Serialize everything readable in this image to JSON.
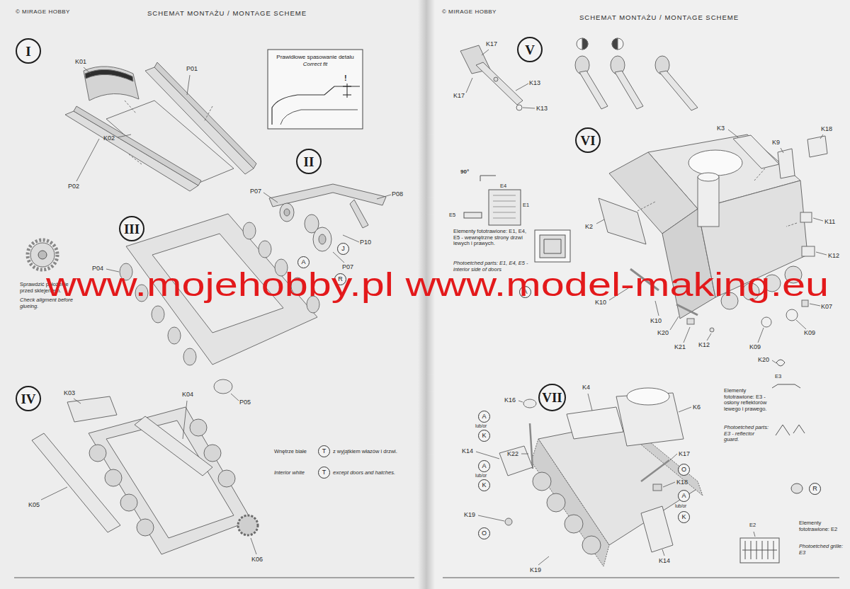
{
  "diagram": {
    "nodes": [
      {
        "text": [
          "I"
        ]
      },
      {
        "text": [
          "Prawidłowe spasowanie detalu",
          "Correct fit"
        ]
      },
      {
        "text": [
          "II"
        ]
      },
      {
        "text": [
          "III"
        ]
      },
      {
        "text": [
          "A"
        ]
      },
      {
        "text": [
          "J"
        ]
      },
      {
        "text": [
          "R"
        ]
      },
      {
        "text": [
          "IV"
        ]
      },
      {
        "text": [
          "T"
        ]
      },
      {
        "text": [
          "T"
        ]
      },
      {
        "text": [
          "V"
        ]
      },
      {
        "text": [
          "VI"
        ]
      },
      {
        "text": [
          "A"
        ]
      },
      {
        "text": [
          "VII"
        ]
      },
      {
        "text": [
          "A"
        ]
      },
      {
        "text": [
          "K"
        ]
      },
      {
        "text": [
          "A"
        ]
      },
      {
        "text": [
          "K"
        ]
      },
      {
        "text": [
          "O"
        ]
      },
      {
        "text": [
          "O"
        ]
      },
      {
        "text": [
          "A"
        ]
      },
      {
        "text": [
          "K"
        ]
      },
      {
        "text": [
          "R"
        ]
      }
    ],
    "labels": [
      "© MIRAGE HOBBY",
      "SCHEMAT MONTAŻU / MONTAGE SCHEME",
      "© MIRAGE HOBBY",
      "SCHEMAT MONTAŻU / MONTAGE SCHEME",
      "K01",
      "P01",
      "K02",
      "P02",
      "!",
      "P07",
      "P08",
      "P10",
      "P07",
      "P04",
      "Sprawdzić położenie przed sklejeniem.",
      "Check aligment before glueing.",
      "P05",
      "K03",
      "K04",
      "K05",
      "K06",
      "Wnętrze białe",
      "z wyjątkiem włazów i drzwi.",
      "Interior white",
      "except doors and hatches.",
      "K17",
      "K13",
      "K17",
      "K13",
      "K3",
      "K9",
      "K18",
      "K2",
      "K11",
      "K12",
      "K10",
      "K10",
      "K20",
      "K21",
      "K12",
      "K09",
      "K09",
      "K07",
      "90°",
      "E4",
      "E1",
      "E5",
      "Elementy fototrawione: E1, E4, E5 - wewnętrzne strony drzwi lewych i prawych.",
      "Photoetched parts: E1, E4, E5 - interior side of doors",
      "K4",
      "K6",
      "K16",
      "lub/or",
      "K22",
      "K14",
      "lub/or",
      "K19",
      "K19",
      "K17",
      "K18",
      "lub/or",
      "K14",
      "K20",
      "E3",
      "Elementy fototrawione: E3 - osłony reflektorów lewego i prawego.",
      "Photoetched parts: E3 - reflector guard.",
      "E2",
      "Elementy fototrawione: E2",
      "Photoetched grille: E3",
      "www.mojehobby.pl www.model-making.eu"
    ]
  }
}
